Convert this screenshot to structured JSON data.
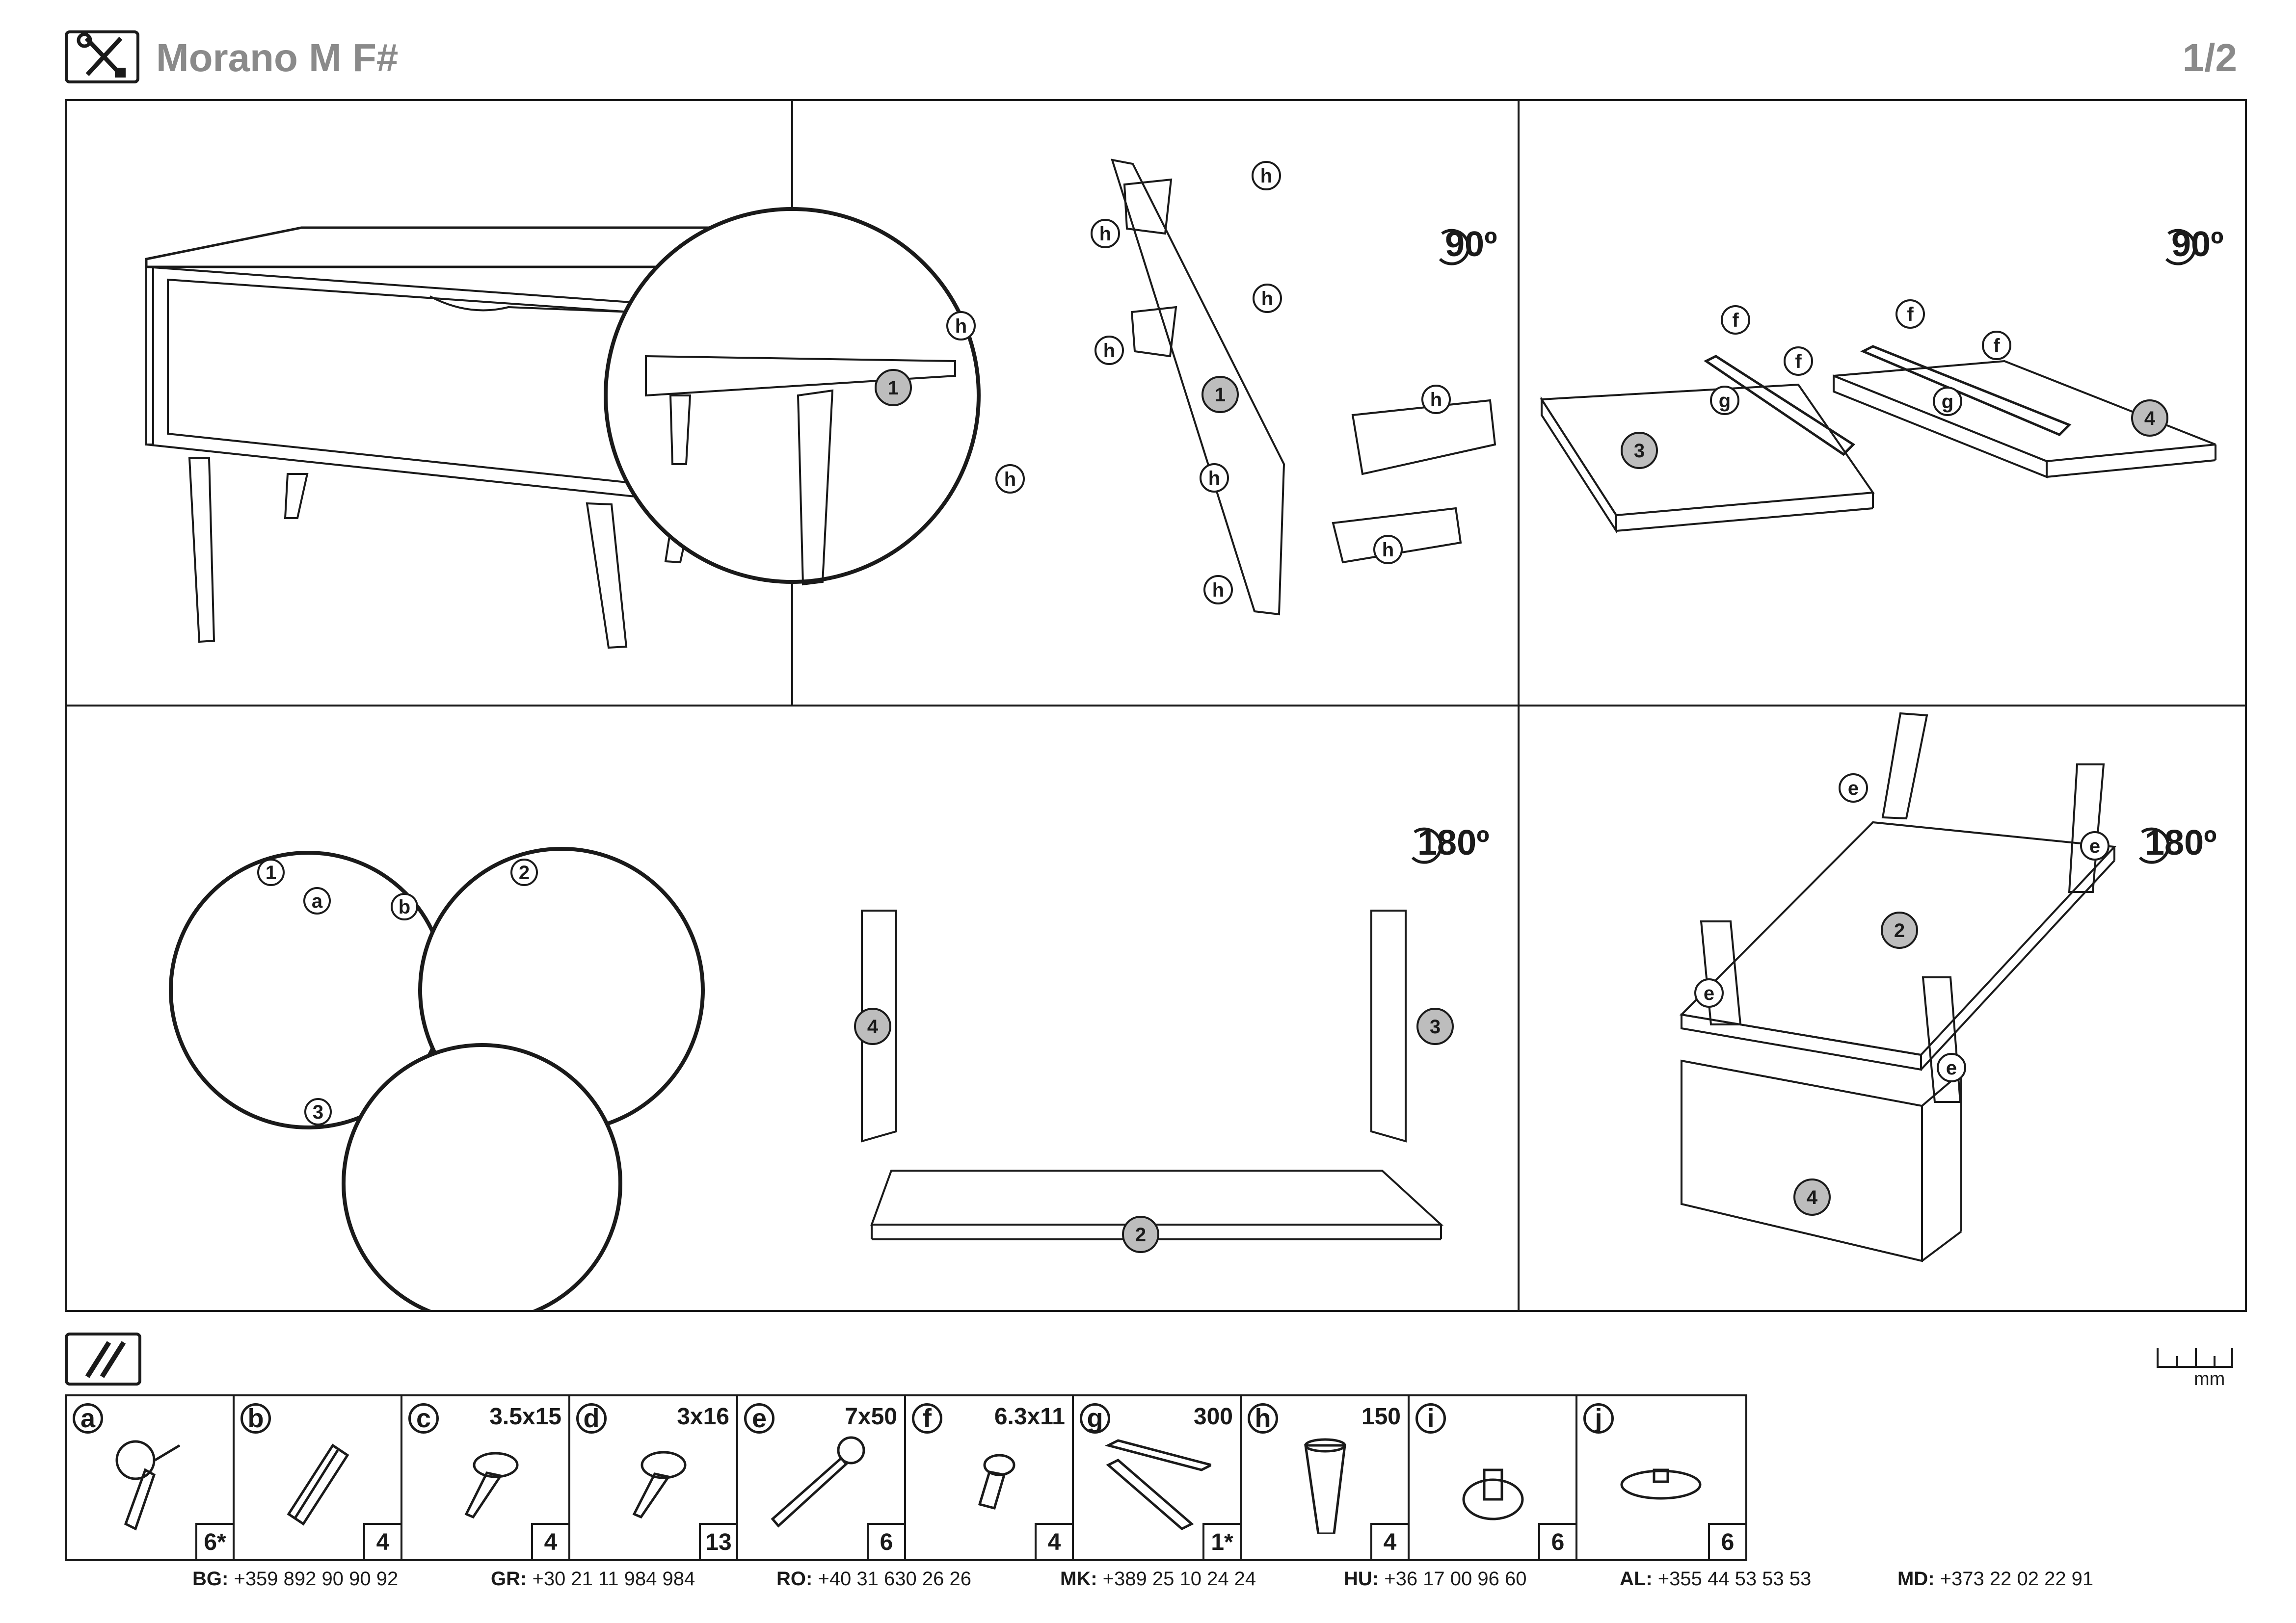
{
  "header": {
    "title": "Morano M F#",
    "page": "1/2",
    "tools_icon": "wrench-screwdriver-icon"
  },
  "steps": {
    "step2_rotation": "90º",
    "step3_rotation": "90º",
    "step4_rotation": "180º",
    "step5_rotation": "180º",
    "step4_substeps": [
      "1",
      "2",
      "3"
    ]
  },
  "panel_labels": {
    "p1": "1",
    "p2": "2",
    "p3": "3",
    "p4": "4"
  },
  "hardware_labels": {
    "h": "h",
    "f": "f",
    "g": "g",
    "e": "e",
    "a": "a",
    "b": "b"
  },
  "scale": {
    "unit": "mm"
  },
  "parts_icon": "hardware-pack-icon",
  "parts": [
    {
      "letter": "a",
      "size": "",
      "qty": "6*"
    },
    {
      "letter": "b",
      "size": "",
      "qty": "4"
    },
    {
      "letter": "c",
      "size": "3.5x15",
      "qty": "4"
    },
    {
      "letter": "d",
      "size": "3x16",
      "qty": "13"
    },
    {
      "letter": "e",
      "size": "7x50",
      "qty": "6"
    },
    {
      "letter": "f",
      "size": "6.3x11",
      "qty": "4"
    },
    {
      "letter": "g",
      "size": "300",
      "qty": "1*"
    },
    {
      "letter": "h",
      "size": "150",
      "qty": "4"
    },
    {
      "letter": "i",
      "size": "",
      "qty": "6"
    },
    {
      "letter": "j",
      "size": "",
      "qty": "6"
    }
  ],
  "contacts": [
    {
      "country": "BG:",
      "phone": "+359 892 90 90 92"
    },
    {
      "country": "GR:",
      "phone": "+30 21 11 984 984"
    },
    {
      "country": "RO:",
      "phone": "+40 31 630 26 26"
    },
    {
      "country": "MK:",
      "phone": "+389 25 10 24 24"
    },
    {
      "country": "HU:",
      "phone": "+36 17 00 96 60"
    },
    {
      "country": "AL:",
      "phone": "+355 44 53 53 53"
    },
    {
      "country": "MD:",
      "phone": "+373 22 02 22 91"
    }
  ]
}
